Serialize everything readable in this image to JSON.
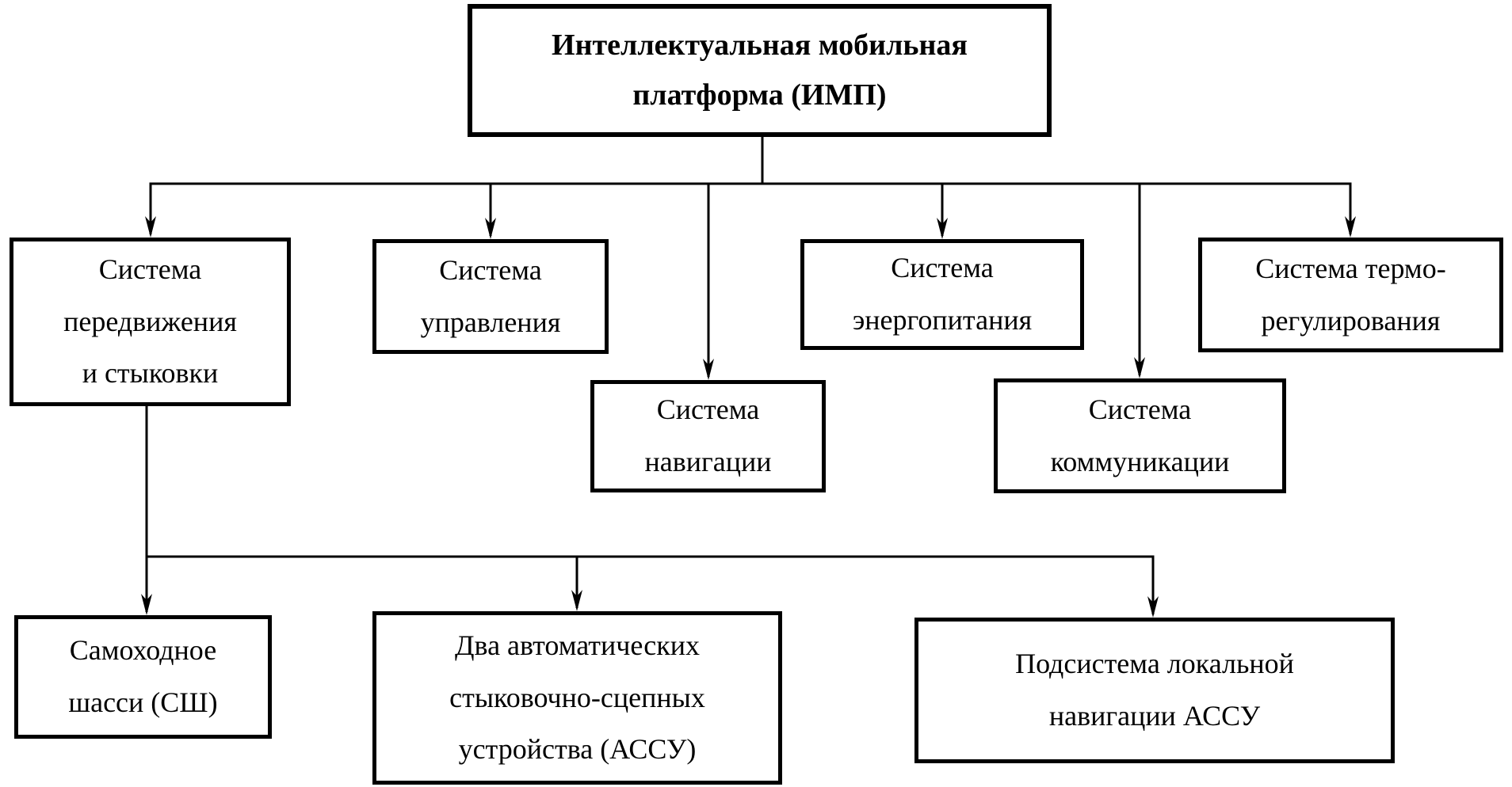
{
  "diagram": {
    "nodes": {
      "imp": {
        "label": "Интеллектуальная мобильная\nплатформа (ИМП)"
      },
      "movement": {
        "label": "Система\nпередвижения\nи стыковки"
      },
      "control": {
        "label": "Система\nуправления"
      },
      "navigation": {
        "label": "Система\nнавигации"
      },
      "power": {
        "label": "Система\nэнергопитания"
      },
      "communication": {
        "label": "Система\nкоммуникации"
      },
      "thermal": {
        "label": "Система термо-\nрегулирования"
      },
      "chassis": {
        "label": "Самоходное\nшасси (СШ)"
      },
      "docking_devices": {
        "label": "Два автоматических\nстыковочно-сцепных\nустройства (АССУ)"
      },
      "local_navigation": {
        "label": "Подсистема локальной\nнавигации АССУ"
      }
    },
    "colors": {
      "line": "#000000",
      "box_border": "#000000",
      "text": "#000000",
      "background": "#ffffff"
    }
  }
}
